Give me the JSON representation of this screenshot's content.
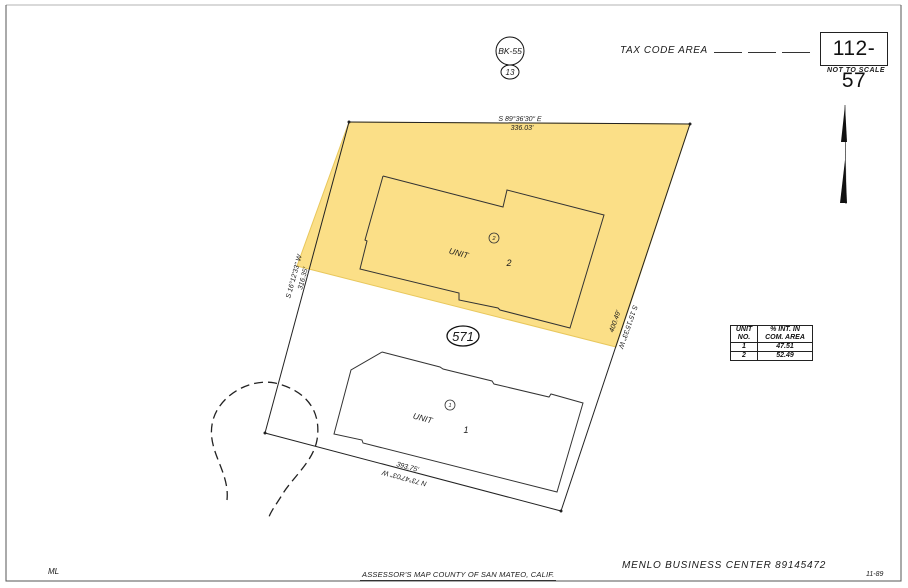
{
  "map": {
    "book_number": "BK-55",
    "page_number": "13",
    "tax_code_area_label": "TAX CODE AREA",
    "tax_code_number": "112-57",
    "scale_note": "NOT TO SCALE",
    "parcel_number": "571",
    "colors": {
      "highlight_fill": "#FBDF87",
      "highlight_edge": "#E8C75C",
      "line": "#222222",
      "frame": "#555555"
    },
    "boundaries": {
      "north": {
        "bearing": "S 89°36'30\" E",
        "distance": "336.03'"
      },
      "west": {
        "bearing": "S 16°12'33\" W",
        "distance": "316.35'"
      },
      "east": {
        "bearing": "S 15°15'33\" W",
        "distance": "400.49'"
      },
      "south": {
        "bearing": "N 73°47'03\" W",
        "distance": "393.75'"
      }
    },
    "units": [
      {
        "label": "UNIT",
        "number": "2",
        "circle": "2"
      },
      {
        "label": "UNIT",
        "number": "1",
        "circle": "1"
      }
    ],
    "interest_table": {
      "headers": [
        "UNIT NO.",
        "% INT. IN COM. AREA"
      ],
      "header_line1": [
        "UNIT",
        "% INT. IN"
      ],
      "header_line2": [
        "NO.",
        "COM. AREA"
      ],
      "rows": [
        {
          "unit": "1",
          "interest": "47.51"
        },
        {
          "unit": "2",
          "interest": "52.49"
        }
      ]
    },
    "north_arrow": "north-arrow-icon"
  },
  "footer": {
    "initials": "ML",
    "assessor": "ASSESSOR'S MAP COUNTY OF SAN MATEO, CALIF.",
    "center": "MENLO BUSINESS CENTER 89145472",
    "date": "11-89"
  }
}
